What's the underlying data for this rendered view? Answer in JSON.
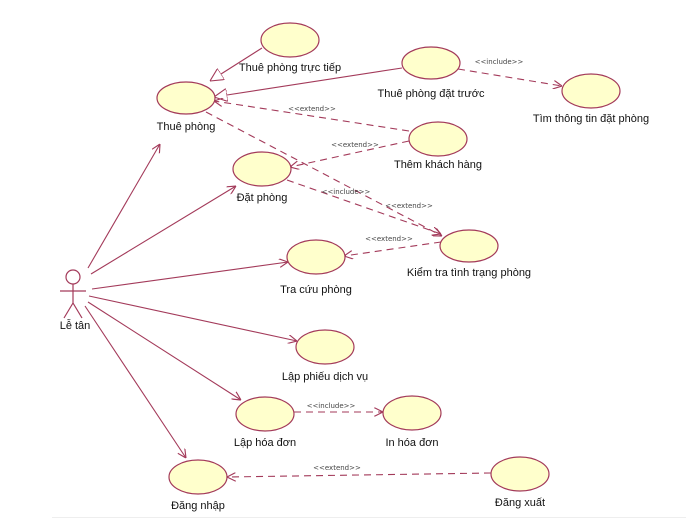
{
  "actor": {
    "name": "Lễ tân"
  },
  "colors": {
    "line": "#a33a5a",
    "ellipse_fill": "#ffffcc",
    "ellipse_stroke": "#a33a5a",
    "text": "#111111",
    "stereotype_text": "#444444"
  },
  "use_cases": [
    {
      "id": "thue-phong-truc-tiep",
      "label": "Thuê phòng trực tiếp"
    },
    {
      "id": "thue-phong-dat-truoc",
      "label": "Thuê phòng đặt trước"
    },
    {
      "id": "tim-thong-tin-dat-phong",
      "label": "Tìm thông tin đặt phòng"
    },
    {
      "id": "thue-phong",
      "label": "Thuê phòng"
    },
    {
      "id": "them-khach-hang",
      "label": "Thêm khách hàng"
    },
    {
      "id": "dat-phong",
      "label": "Đặt phòng"
    },
    {
      "id": "kiem-tra-tinh-trang-phong",
      "label": "Kiểm tra tình trạng phòng"
    },
    {
      "id": "tra-cuu-phong",
      "label": "Tra cứu phòng"
    },
    {
      "id": "lap-phieu-dich-vu",
      "label": "Lập phiếu dịch vụ"
    },
    {
      "id": "lap-hoa-don",
      "label": "Lập hóa đơn"
    },
    {
      "id": "in-hoa-don",
      "label": "In hóa đơn"
    },
    {
      "id": "dang-nhap",
      "label": "Đăng nhập"
    },
    {
      "id": "dang-xuat",
      "label": "Đăng xuất"
    }
  ],
  "associations": [
    {
      "from": "actor",
      "to": "thue-phong"
    },
    {
      "from": "actor",
      "to": "dat-phong"
    },
    {
      "from": "actor",
      "to": "tra-cuu-phong"
    },
    {
      "from": "actor",
      "to": "lap-phieu-dich-vu"
    },
    {
      "from": "actor",
      "to": "lap-hoa-don"
    },
    {
      "from": "actor",
      "to": "dang-nhap"
    }
  ],
  "generalizations": [
    {
      "child": "thue-phong-truc-tiep",
      "parent": "thue-phong"
    },
    {
      "child": "thue-phong-dat-truoc",
      "parent": "thue-phong"
    }
  ],
  "dependencies": [
    {
      "from": "thue-phong-dat-truoc",
      "to": "tim-thong-tin-dat-phong",
      "stereotype": "<<include>>"
    },
    {
      "from": "them-khach-hang",
      "to": "thue-phong",
      "stereotype": "<<extend>>"
    },
    {
      "from": "them-khach-hang",
      "to": "dat-phong",
      "stereotype": "<<extend>>"
    },
    {
      "from": "dat-phong",
      "to": "kiem-tra-tinh-trang-phong",
      "stereotype": "<<include>>"
    },
    {
      "from": "thue-phong",
      "to": "kiem-tra-tinh-trang-phong",
      "stereotype": "<<extend>>"
    },
    {
      "from": "kiem-tra-tinh-trang-phong",
      "to": "tra-cuu-phong",
      "stereotype": "<<extend>>"
    },
    {
      "from": "lap-hoa-don",
      "to": "in-hoa-don",
      "stereotype": "<<include>>"
    },
    {
      "from": "dang-xuat",
      "to": "dang-nhap",
      "stereotype": "<<extend>>"
    }
  ]
}
